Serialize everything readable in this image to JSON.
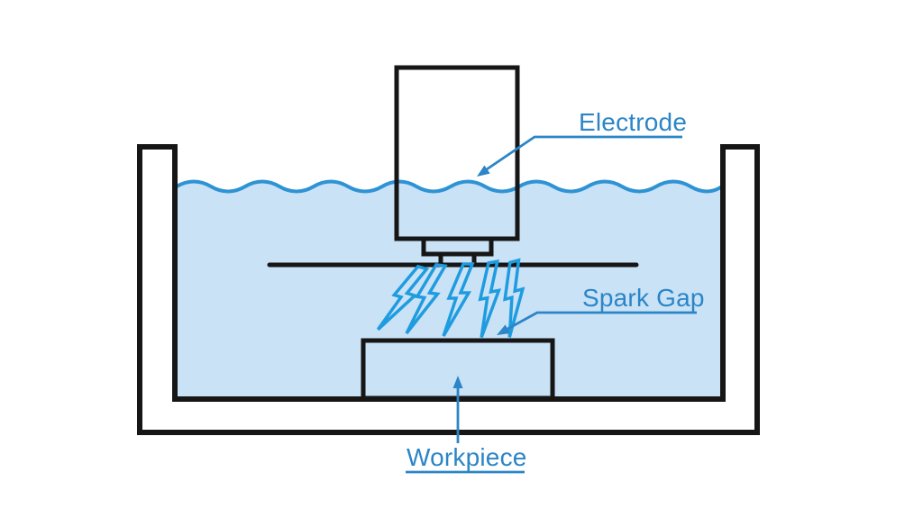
{
  "labels": {
    "electrode": "Electrode",
    "spark_gap": "Spark Gap",
    "workpiece": "Workpiece"
  },
  "icons": {
    "spark_icon": "lightning-bolt",
    "spark_bolt_count": 5,
    "callout_pointer": "arrowhead"
  },
  "colors": {
    "background": "#ffffff",
    "outline": "#161616",
    "water_fill": "#c9e2f6",
    "water_line": "#2e93d4",
    "accent": "#2b85c7",
    "bolt": "#1f9ce0"
  }
}
